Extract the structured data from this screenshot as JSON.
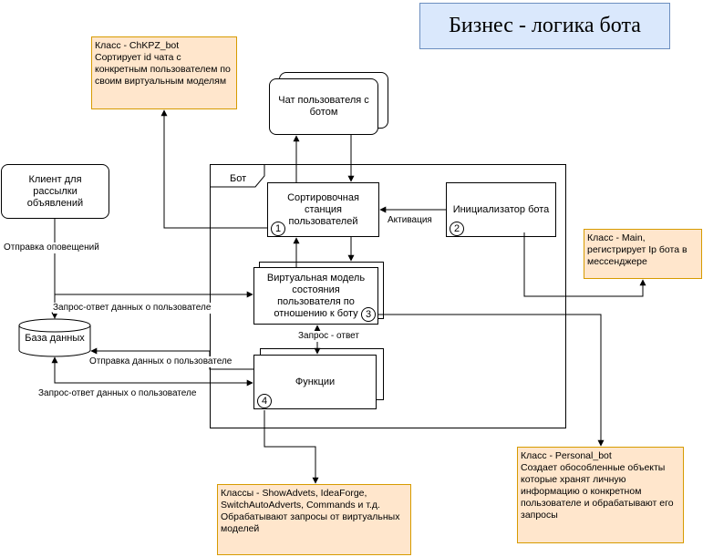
{
  "title": "Бизнес - логика бота",
  "bot_frame_label": "Бот",
  "nodes": {
    "user_chat": "Чат пользователя с ботом",
    "sorting_station": "Сортировочная станция пользователей",
    "bot_initializer": "Инициализатор бота",
    "virtual_model": "Виртуальная модель состояния пользователя по отношению к боту",
    "functions": "Функции",
    "ad_client": "Клиент для рассылки объявлений",
    "database": "База данных"
  },
  "badges": {
    "n1": "1",
    "n2": "2",
    "n3": "3",
    "n4": "4"
  },
  "notes": {
    "chkpz_bot": "Класс - ChKPZ_bot\nСортирует id чата с конкретным пользователем по своим виртуальным моделям",
    "main": "Класс - Main,\nрегистрирует Ip бота в мессенджере",
    "personal_bot": "Класс - Personal_bot\nСоздает обособленные объекты которые хранят личную информацию о конкретном пользователе и обрабатывают его запросы",
    "classes": "Классы - ShowAdvets, IdeaForge, SwitchAutoAdverts, Commands и т.д.\nОбрабатывают запросы от виртуальных моделей"
  },
  "edge_labels": {
    "activation": "Активация",
    "send_notifications": "Отправка оповещений",
    "req_resp_user_data_top": "Запрос-ответ данных о пользователе",
    "request_response": "Запрос - ответ",
    "send_user_data": "Отправка данных о пользователе",
    "req_resp_user_data_bottom": "Запрос-ответ данных о пользователе"
  }
}
